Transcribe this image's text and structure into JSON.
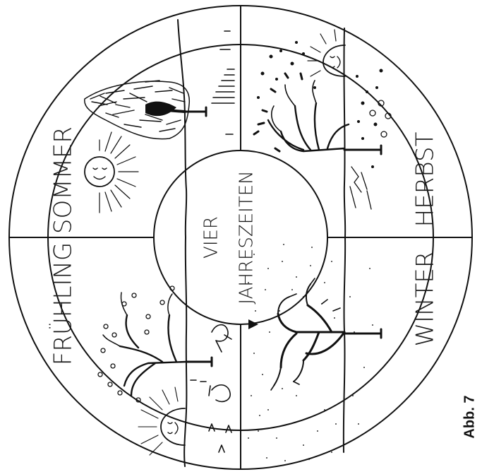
{
  "center": {
    "line1": "VIER",
    "line2": "JAHRESZEITEN"
  },
  "seasons": {
    "spring": "FRÜHLING",
    "summer": "SOMMER",
    "autumn": "HERBST",
    "winter": "WINTER"
  },
  "figure_label": "Abb. 7",
  "colors": {
    "ink": "#111111",
    "paper": "#ffffff"
  }
}
